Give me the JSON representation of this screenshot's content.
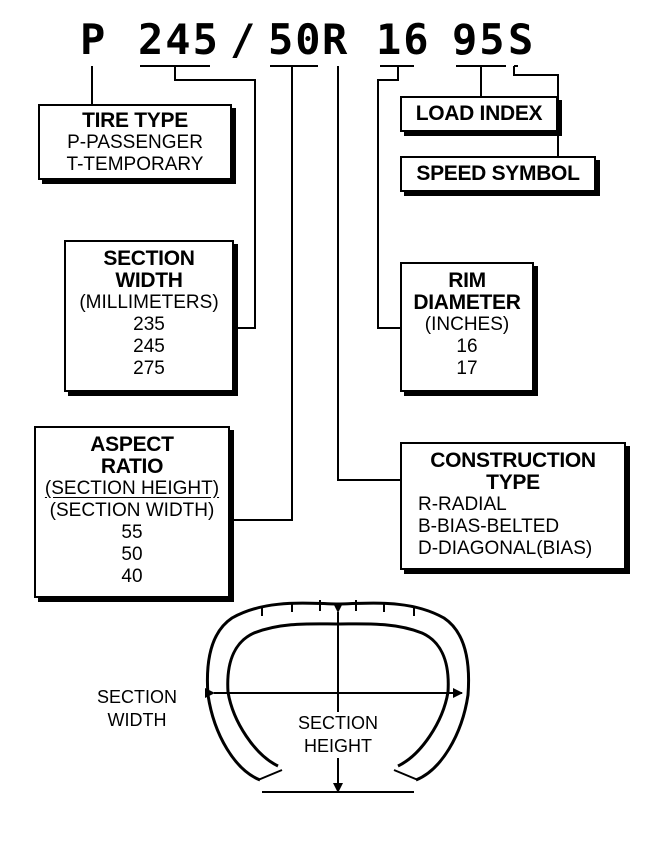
{
  "code": {
    "p": "P",
    "width": "245",
    "slash": "/",
    "aspect": "50",
    "r": "R",
    "rim": "16",
    "load": "95",
    "speed": "S"
  },
  "tire_type": {
    "title": "TIRE TYPE",
    "lines": [
      "P-PASSENGER",
      "T-TEMPORARY"
    ]
  },
  "load_index": {
    "title": "LOAD INDEX"
  },
  "speed_symbol": {
    "title": "SPEED SYMBOL"
  },
  "section_width": {
    "title": [
      "SECTION",
      "WIDTH"
    ],
    "unit": "(MILLIMETERS)",
    "values": [
      "235",
      "245",
      "275"
    ]
  },
  "rim_diameter": {
    "title": [
      "RIM",
      "DIAMETER"
    ],
    "unit": "(INCHES)",
    "values": [
      "16",
      "17"
    ]
  },
  "aspect_ratio": {
    "title": [
      "ASPECT",
      "RATIO"
    ],
    "numerator": "(SECTION HEIGHT)",
    "denominator": "(SECTION WIDTH)",
    "values": [
      "55",
      "50",
      "40"
    ]
  },
  "construction_type": {
    "title": [
      "CONSTRUCTION",
      "TYPE"
    ],
    "lines": [
      "R-RADIAL",
      "B-BIAS-BELTED",
      "D-DIAGONAL(BIAS)"
    ]
  },
  "cross_section": {
    "width_label": [
      "SECTION",
      "WIDTH"
    ],
    "height_label": [
      "SECTION",
      "HEIGHT"
    ]
  }
}
